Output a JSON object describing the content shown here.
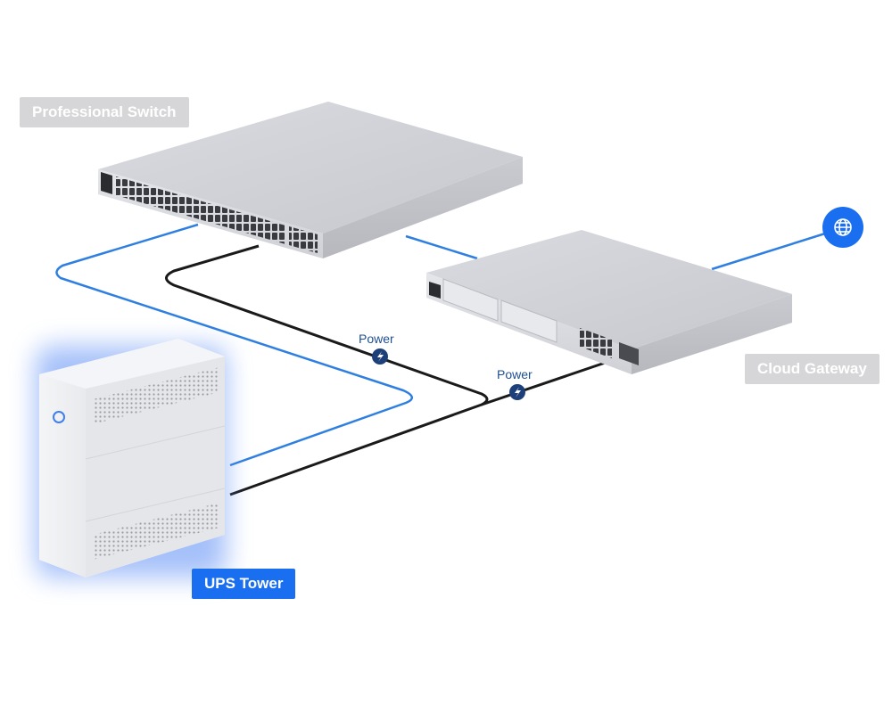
{
  "labels": {
    "professional_switch": "Professional Switch",
    "cloud_gateway": "Cloud Gateway",
    "ups_tower": "UPS Tower",
    "power_1": "Power",
    "power_2": "Power"
  },
  "icons": {
    "internet": "globe-icon",
    "power": "lightning-bolt-icon"
  },
  "colors": {
    "network_cable": "#2f7fe0",
    "power_cable": "#1a1a1a",
    "active_label": "#1a6ff0",
    "muted_label": "#d6d6d9",
    "glow": "#5b8df5"
  }
}
